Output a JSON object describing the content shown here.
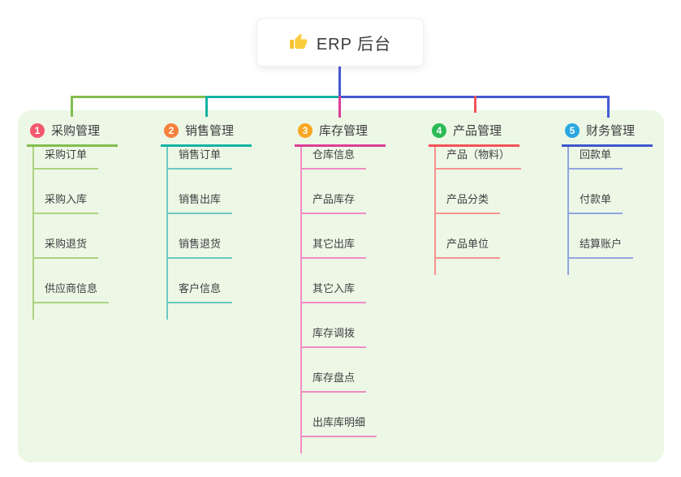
{
  "root": {
    "label": "ERP 后台",
    "icon": "thumbs-up-icon"
  },
  "colors": {
    "root_connector": "#4459d4",
    "panel_background": "#ecf7e6",
    "title_text": "#3c3c3c",
    "child_text": "#404040"
  },
  "branches": [
    {
      "badge": "1",
      "label": "采购管理",
      "badge_color": "#f4586e",
      "line_color": "#82bd4e",
      "child_line_color": "#abd47f",
      "children": [
        "采购订单",
        "采购入库",
        "采购退货",
        "供应商信息"
      ]
    },
    {
      "badge": "2",
      "label": "销售管理",
      "badge_color": "#f8813d",
      "line_color": "#14b2a4",
      "child_line_color": "#6bcabf",
      "children": [
        "销售订单",
        "销售出库",
        "销售退货",
        "客户信息"
      ]
    },
    {
      "badge": "3",
      "label": "库存管理",
      "badge_color": "#f9a722",
      "line_color": "#dd3d96",
      "child_line_color": "#f08cc2",
      "children": [
        "仓库信息",
        "产品库存",
        "其它出库",
        "其它入库",
        "库存调拨",
        "库存盘点",
        "出库库明细"
      ]
    },
    {
      "badge": "4",
      "label": "产品管理",
      "badge_color": "#2cba55",
      "line_color": "#f25358",
      "child_line_color": "#f6928f",
      "children": [
        "产品（物料）",
        "产品分类",
        "产品单位"
      ]
    },
    {
      "badge": "5",
      "label": "财务管理",
      "badge_color": "#2aa7e3",
      "line_color": "#3d56cc",
      "child_line_color": "#91a6de",
      "children": [
        "回款单",
        "付款单",
        "结算账户"
      ]
    }
  ]
}
